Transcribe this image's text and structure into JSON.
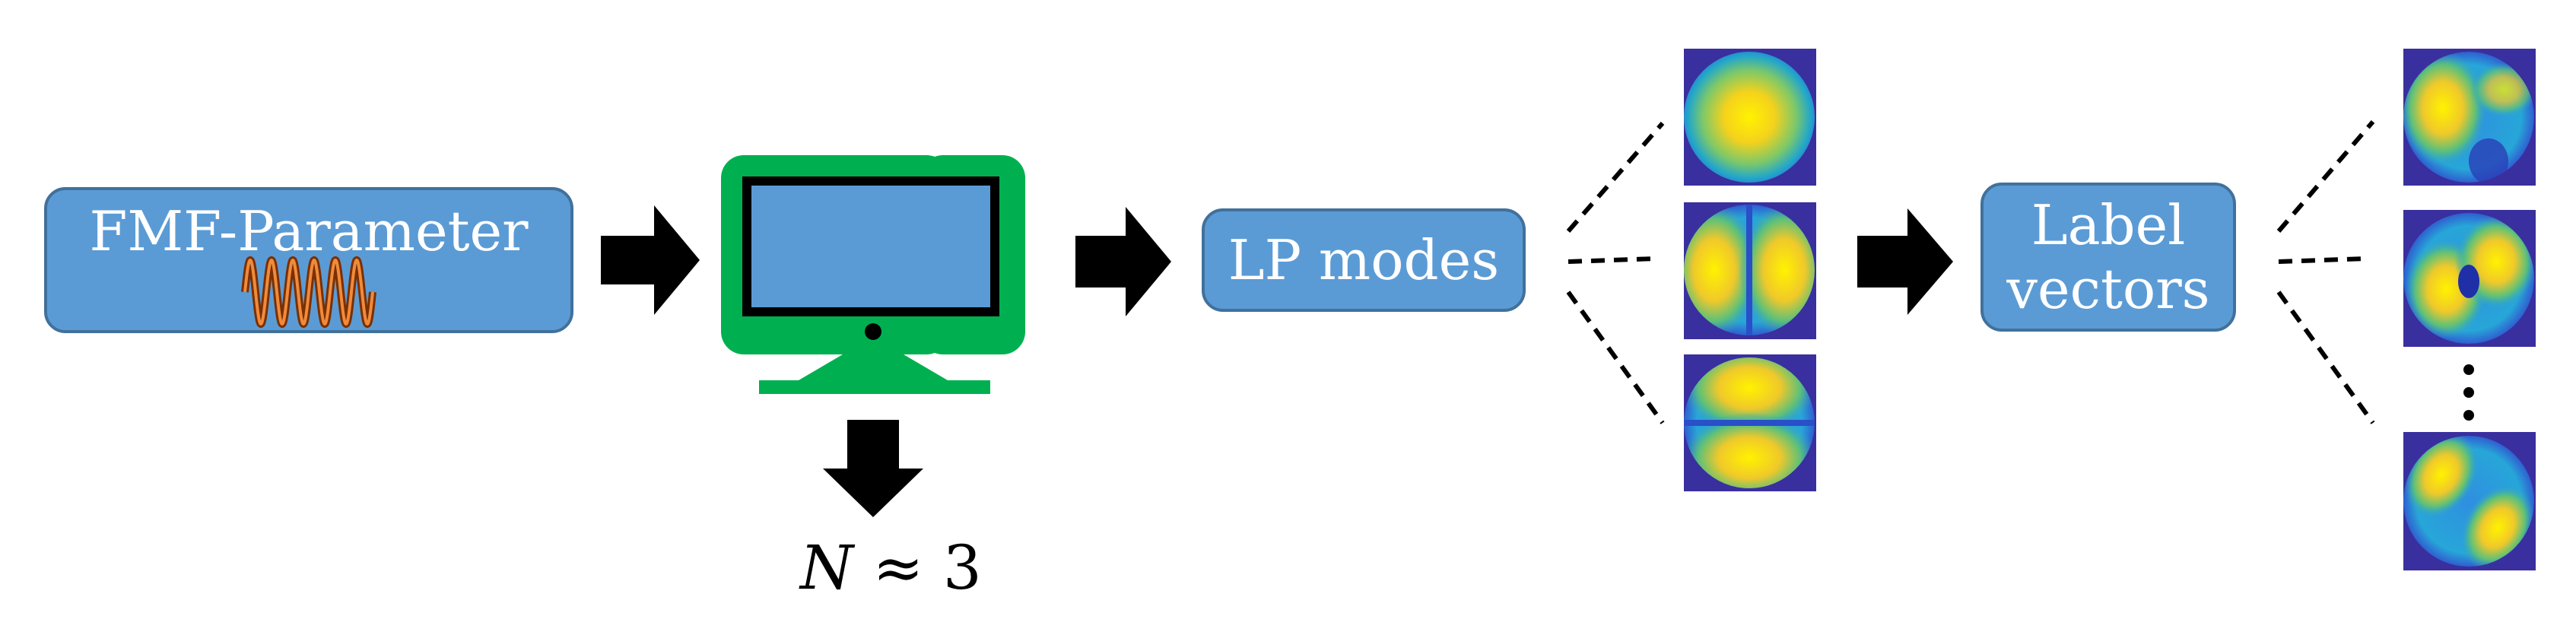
{
  "boxes": {
    "fmf_parameter": "FMF-Parameter",
    "lp_modes": "LP modes",
    "label_vectors_line1": "Label",
    "label_vectors_line2": "vectors"
  },
  "approx_label": {
    "variable": "N",
    "relation": "≈",
    "value": "3"
  },
  "icons": {
    "wave": "sine-wave-icon",
    "computer": "computer-monitor-icon",
    "arrow": "arrow-icon",
    "ellipsis": "vertical-ellipsis-icon"
  },
  "colors": {
    "box_fill": "#5b9bd5",
    "box_border": "#41719c",
    "monitor_frame": "#00b050",
    "monitor_screen": "#5b9bd5",
    "wave": "#c55a11",
    "mode_background": "#3a2f9e",
    "arrow": "#000000"
  }
}
